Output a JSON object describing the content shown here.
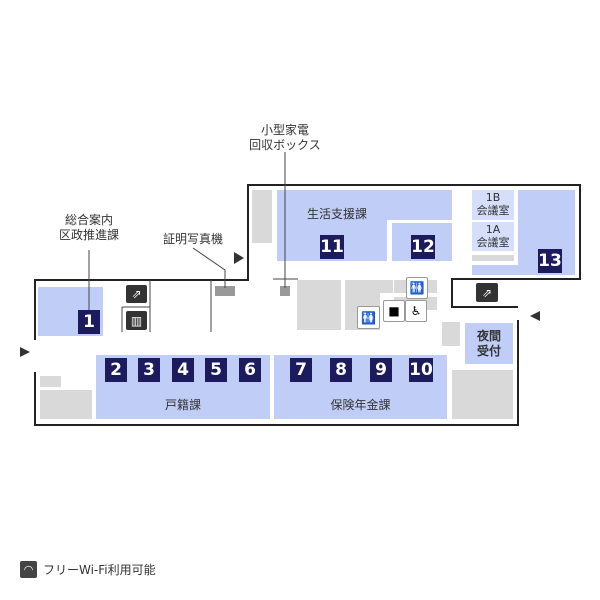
{
  "callouts": {
    "info": [
      "総合案内",
      "区政推進課"
    ],
    "photo": "証明写真機",
    "recycle": [
      "小型家電",
      "回収ボックス"
    ]
  },
  "rooms": {
    "koseki": "戸籍課",
    "hoken": "保険年金課",
    "seikatsu": "生活支援課",
    "room1b": [
      "1B",
      "会議室"
    ],
    "room1a": [
      "1A",
      "会議室"
    ],
    "night": [
      "夜間",
      "受付"
    ]
  },
  "counters": [
    "1",
    "2",
    "3",
    "4",
    "5",
    "6",
    "7",
    "8",
    "9",
    "10",
    "11",
    "12",
    "13"
  ],
  "wifi": {
    "label": "フリーWi-Fi利用可能",
    "icon": "wifi-icon"
  },
  "colors": {
    "room": "#bfcdf7",
    "counter": "#1b1b5e",
    "facility": "#d9d9d9"
  }
}
